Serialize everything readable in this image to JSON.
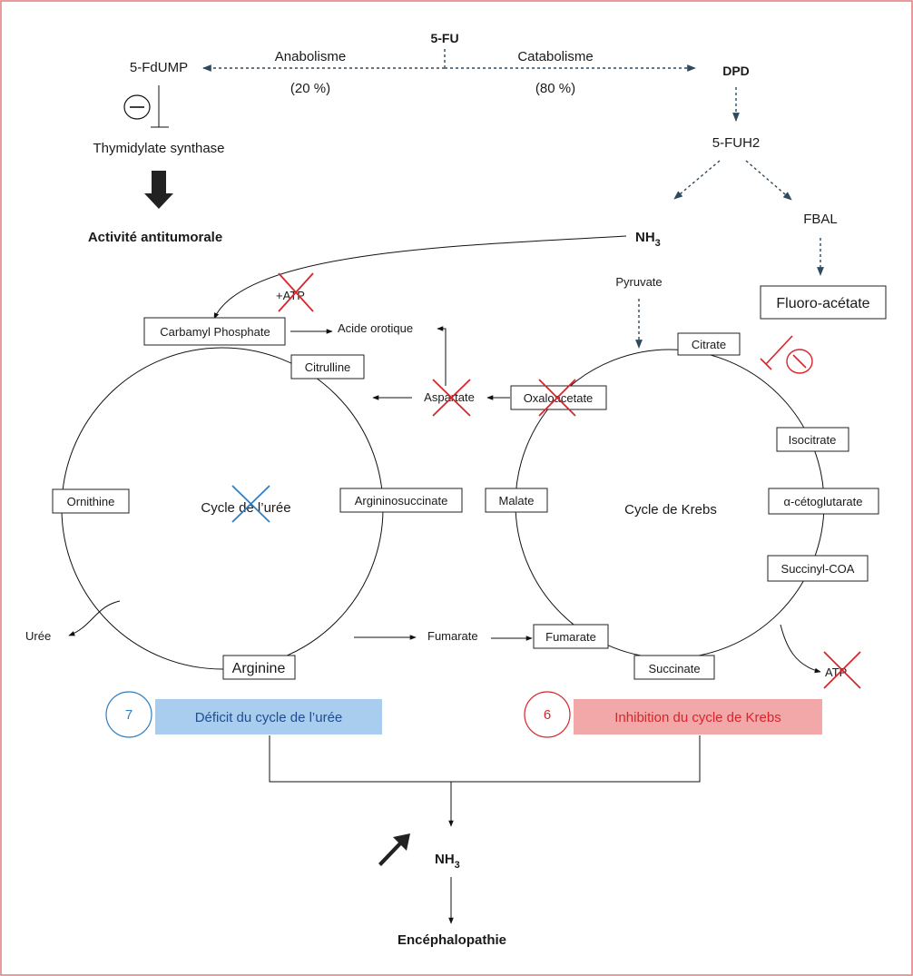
{
  "top": {
    "drug": "5-FU",
    "anabolism_label": "Anabolisme",
    "anabolism_pct": "(20 %)",
    "catabolism_label": "Catabolisme",
    "catabolism_pct": "(80 %)",
    "metabolite_left": "5-FdUMP",
    "enzyme_inhibited": "Thymidylate synthase",
    "effect": "Activité antitumorale",
    "enzyme_right": "DPD",
    "fuh2": "5-FUH2",
    "fbal": "FBAL",
    "nh3_main": "NH",
    "nh3_sub": "3",
    "fluoroacetate": "Fluoro-acétate"
  },
  "urea_cycle": {
    "title": "Cycle de l’urée",
    "carbamyl_phosphate": "Carbamyl Phosphate",
    "atp_plus": "+ATP",
    "orotic_acid": "Acide orotique",
    "citrulline": "Citrulline",
    "aspartate": "Aspartate",
    "argininosuccinate": "Argininosuccinate",
    "ornithine": "Ornithine",
    "uree": "Urée",
    "fumarate_out": "Fumarate",
    "arginine": "Arginine"
  },
  "krebs_cycle": {
    "title": "Cycle de Krebs",
    "pyruvate": "Pyruvate",
    "citrate": "Citrate",
    "oxaloacetate": "Oxaloacetate",
    "isocitrate": "Isocitrate",
    "alpha_ketoglutarate": "α-cétoglutarate",
    "malate": "Malate",
    "succinyl_coa": "Succinyl-COA",
    "fumarate": "Fumarate",
    "succinate": "Succinate",
    "atp": "ATP"
  },
  "outcomes": {
    "urea_deficit_number": "7",
    "urea_deficit_label": "Déficit du cycle de l’urée",
    "krebs_inhibition_number": "6",
    "krebs_inhibition_label": "Inhibition du cycle de Krebs",
    "nh3_main": "NH",
    "nh3_sub": "3",
    "final": "Encéphalopathie"
  },
  "colors": {
    "frame": "#e07a7d",
    "blue_fill": "#a9cdee",
    "blue_text": "#1f4d8f",
    "blue_accent": "#2e7fc2",
    "red_fill": "#f2a7a9",
    "red_text": "#d7262b",
    "dash_arrow": "#2e4a5e"
  }
}
